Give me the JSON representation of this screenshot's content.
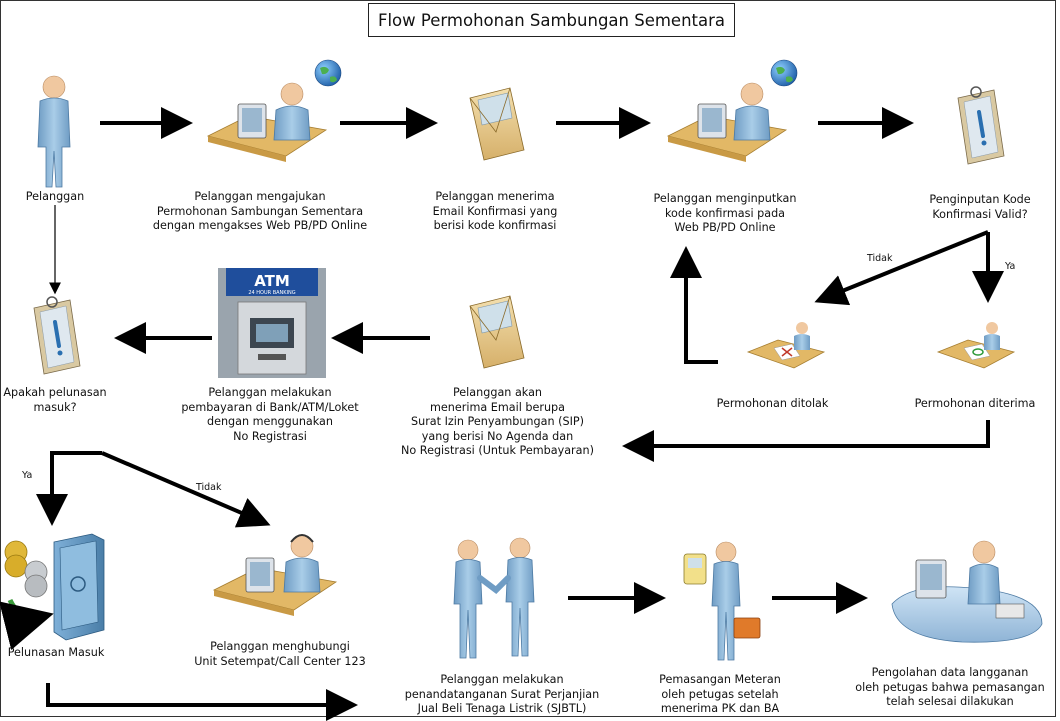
{
  "title": "Flow Permohonan Sambungan Sementara",
  "captions": {
    "pelanggan": "Pelanggan",
    "mengajukan": "Pelanggan mengajukan\nPermohonan Sambungan Sementara\ndengan mengakses Web PB/PD Online",
    "menerima_email": "Pelanggan menerima\nEmail Konfirmasi yang\nberisi kode konfirmasi",
    "menginputkan": "Pelanggan menginputkan\nkode konfirmasi pada\nWeb PB/PD Online",
    "valid": "Penginputan Kode\nKonfirmasi Valid?",
    "ditolak": "Permohonan ditolak",
    "diterima": "Permohonan diterima",
    "email_sip": "Pelanggan akan\nmenerima Email berupa\nSurat Izin Penyambungan (SIP)\nyang berisi No Agenda dan\nNo Registrasi (Untuk Pembayaran)",
    "pembayaran": "Pelanggan melakukan\npembayaran di Bank/ATM/Loket\ndengan menggunakan\nNo Registrasi",
    "pelunasan_q": "Apakah pelunasan\nmasuk?",
    "pelunasan_masuk": "Pelunasan Masuk",
    "menghubungi": "Pelanggan menghubungi\nUnit Setempat/Call Center 123",
    "sjbtl": "Pelanggan melakukan\npenandatanganan Surat Perjanjian\nJual Beli Tenaga Listrik (SJBTL)",
    "meteran": "Pemasangan Meteran\noleh petugas setelah\nmenerima PK dan BA",
    "pengolahan": "Pengolahan data langganan\noleh petugas bahwa pemasangan\ntelah selesai dilakukan"
  },
  "branch_labels": {
    "tidak_1": "Tidak",
    "ya_1": "Ya",
    "ya_2": "Ya",
    "tidak_2": "Tidak"
  },
  "atm": {
    "sign": "ATM",
    "subsign": "24 HOUR BANKING"
  },
  "colors": {
    "person": "#8fb8d8",
    "skin": "#f0c8a0",
    "desk": "#e2b866",
    "monitor": "#dde3ea",
    "envelope": "#e6c98a",
    "clipboard": "#d9c9a2",
    "arrow": "#000000"
  }
}
